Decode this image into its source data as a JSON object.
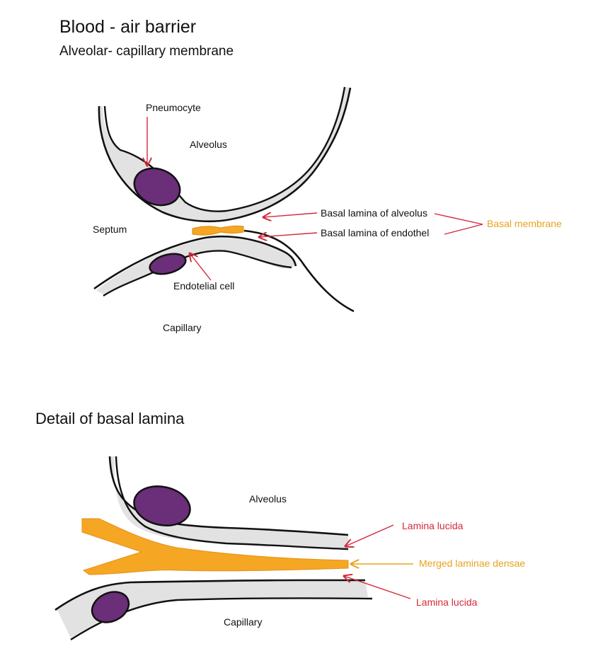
{
  "title": "Blood - air barrier",
  "subtitle": "Alveolar- capillary membrane",
  "top_diagram": {
    "labels": {
      "pneumocyte": "Pneumocyte",
      "alveolus": "Alveolus",
      "septum": "Septum",
      "basal_lamina_alveolus": "Basal lamina of alveolus",
      "basal_lamina_endothel": "Basal lamina of endothel",
      "basal_membrane": "Basal membrane",
      "endotelial_cell": "Endotelial cell",
      "capillary": "Capillary"
    }
  },
  "bottom_diagram": {
    "heading": "Detail of basal lamina",
    "labels": {
      "alveolus": "Alveolus",
      "lamina_lucida_top": "Lamina lucida",
      "merged_laminae": "Merged laminae densae",
      "lamina_lucida_bottom": "Lamina lucida",
      "capillary": "Capillary"
    }
  },
  "colors": {
    "cell_fill": "#e2e2e2",
    "nucleus": "#6b2e78",
    "basal": "#f5a623",
    "arrow_red": "#d42a3c",
    "label_orange": "#e8a21e",
    "outline": "#111111"
  }
}
